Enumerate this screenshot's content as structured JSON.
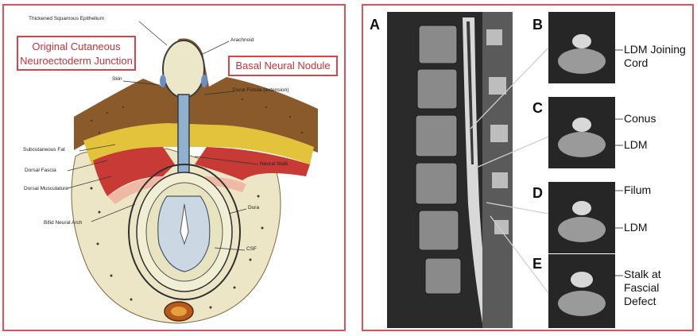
{
  "left": {
    "callouts": {
      "original": "Original Cutaneous Neuroectoderm Junction",
      "basal": "Basal Neural Nodule"
    },
    "labels": {
      "thickened": "Thickened Squamous Epithelium",
      "arachnoid": "Arachnoid",
      "skin": "Skin",
      "dural_fistula": "Dural Fistula (extension)",
      "subcutaneous": "Subcutaneous Fat",
      "dorsal_fascia": "Dorsal Fascia",
      "dorsal_musculature": "Dorsal Musculature",
      "neural_stalk": "Neural Stalk",
      "bifid": "Bifid Neural Arch",
      "dura": "Dura",
      "csf": "CSF"
    }
  },
  "right": {
    "letters": {
      "a": "A",
      "b": "B",
      "c": "C",
      "d": "D",
      "e": "E"
    },
    "labels": {
      "b": "LDM Joining Cord",
      "conus": "Conus",
      "c_ldm": "LDM",
      "filum": "Filum",
      "d_ldm": "LDM",
      "e": "Stalk at Fascial Defect"
    }
  },
  "colors": {
    "panel_border": "#e0525a",
    "callout_text": "#c9303b",
    "skin": "#8a5a2b",
    "fat": "#e3c23c",
    "muscle": "#c83a35",
    "spinal_fluid": "#f1efd3"
  }
}
